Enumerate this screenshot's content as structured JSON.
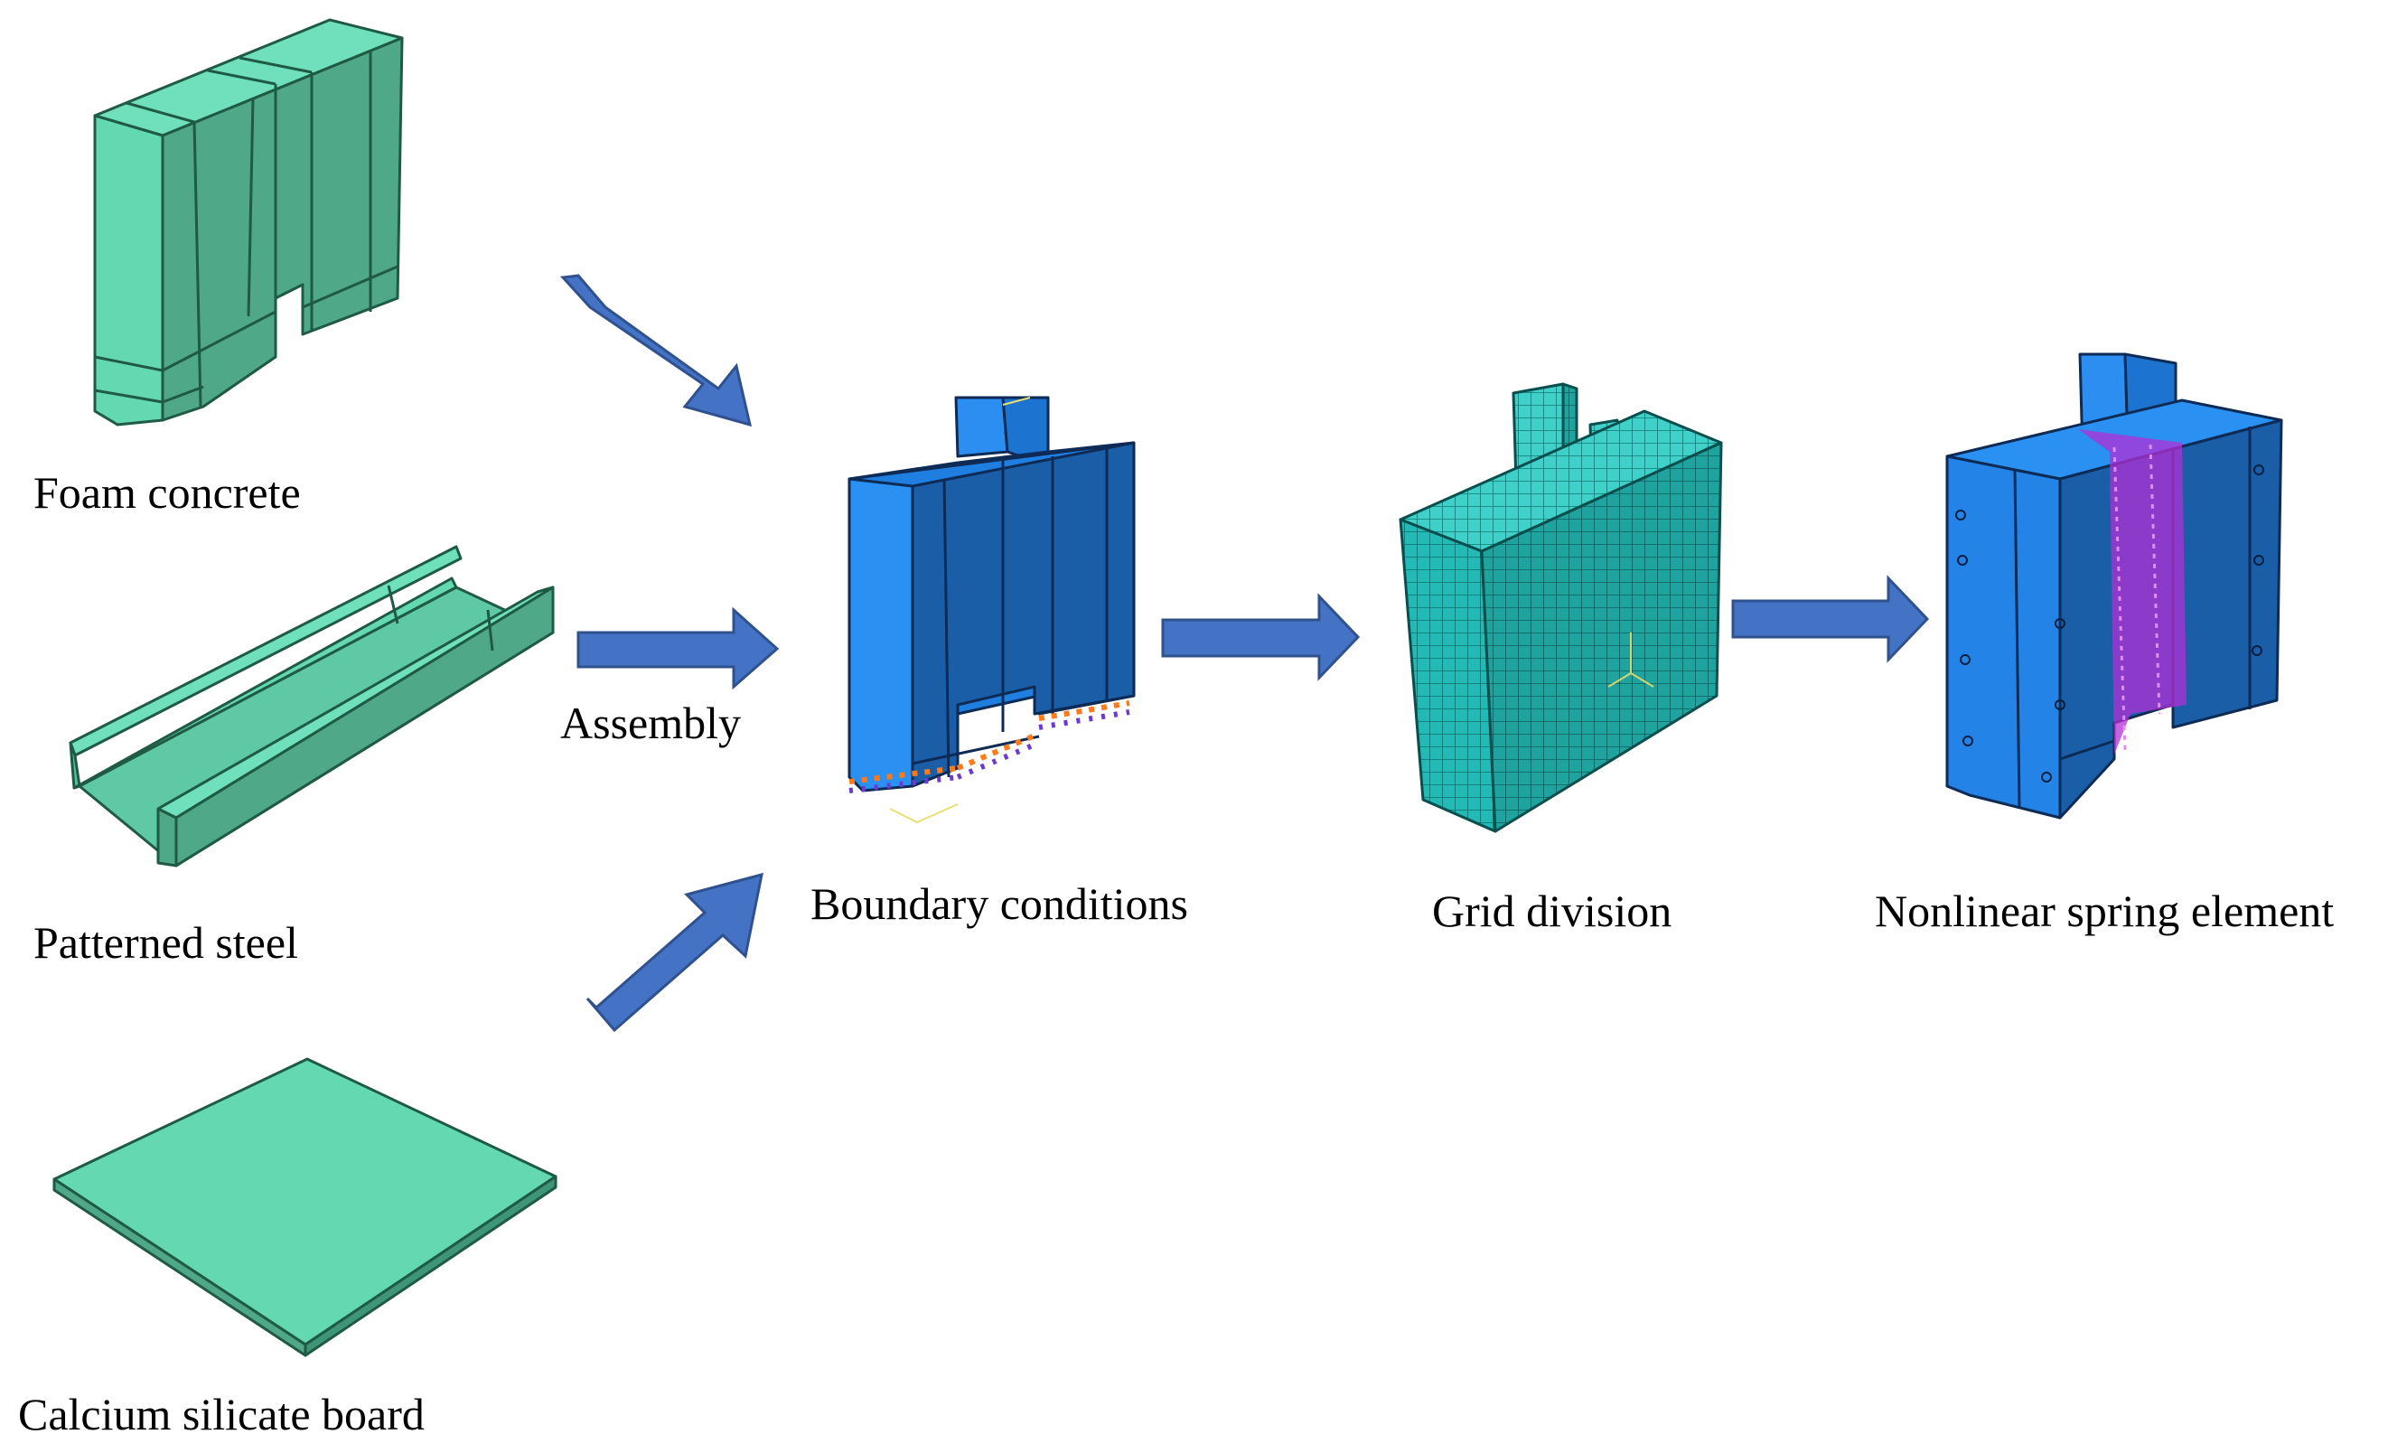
{
  "labels": {
    "foam_concrete": "Foam concrete",
    "patterned_steel": "Patterned steel",
    "calcium_silicate_board": "Calcium silicate board",
    "assembly": "Assembly",
    "boundary_conditions": "Boundary conditions",
    "grid_division": "Grid division",
    "nonlinear_spring_element": "Nonlinear spring element"
  },
  "colors": {
    "component_green": "#5fd6ae",
    "arrow_blue": "#4472c4",
    "model_blue": "#1e7fe0",
    "mesh_cyan": "#21b8b3",
    "spring_magenta": "#b12fd6"
  }
}
